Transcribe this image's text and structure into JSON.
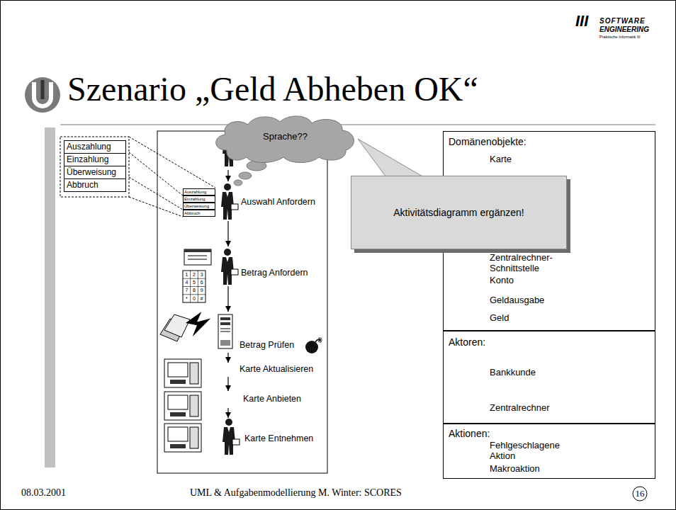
{
  "diagram": {
    "title": "Szenario „Geld Abheben OK“",
    "nodes": [
      {
        "text": [
          "Sprache??"
        ]
      },
      {
        "text": [
          "Auszahlung"
        ]
      },
      {
        "text": [
          "Einzahlung"
        ]
      },
      {
        "text": [
          "Überweisung"
        ]
      },
      {
        "text": [
          "Abbruch"
        ]
      },
      {
        "text": [
          "Auszahlung"
        ]
      },
      {
        "text": [
          "Einzahlung"
        ]
      },
      {
        "text": [
          "Überweisung"
        ]
      },
      {
        "text": [
          "Abbruch"
        ]
      },
      {
        "text": [
          "Auswahl Anfordern"
        ]
      },
      {
        "text": [
          "Betrag Anfordern"
        ]
      },
      {
        "text": [
          "Betrag Prüfen"
        ]
      },
      {
        "text": [
          "Karte Aktualisieren"
        ]
      },
      {
        "text": [
          "Karte Anbieten"
        ]
      },
      {
        "text": [
          "Karte Entnehmen"
        ]
      },
      {
        "text": [
          "Aktivitätsdiagramm ergänzen!"
        ]
      },
      {
        "text": [
          "Domänenobjekte:",
          "Karte",
          "Zentralrechner- Schnittstelle",
          "Konto",
          "Geldausgabe",
          "Geld"
        ]
      },
      {
        "text": [
          "Aktoren:",
          "Bankkunde",
          "Zentralrechner"
        ]
      },
      {
        "text": [
          "Aktionen:",
          "Fehlgeschlagene Aktion",
          "Makroaktion"
        ]
      }
    ],
    "edges": [
      {
        "from": 9,
        "to": 10,
        "arrow": "to"
      },
      {
        "from": 10,
        "to": 11,
        "arrow": "to"
      },
      {
        "from": 11,
        "to": 12,
        "arrow": "to"
      },
      {
        "from": 12,
        "to": 13,
        "arrow": "to"
      },
      {
        "from": 13,
        "to": 14,
        "arrow": "to"
      }
    ],
    "labels": [
      "III",
      "SOFTWARE",
      "ENGINEERING",
      "Praktische Informatik III",
      "1",
      "2",
      "3",
      "4",
      "5",
      "6",
      "7",
      "8",
      "9",
      "*",
      "0",
      "#",
      "08.03.2001",
      "UML & Aufgabenmodellierung M. Winter: SCORES",
      "16"
    ]
  }
}
